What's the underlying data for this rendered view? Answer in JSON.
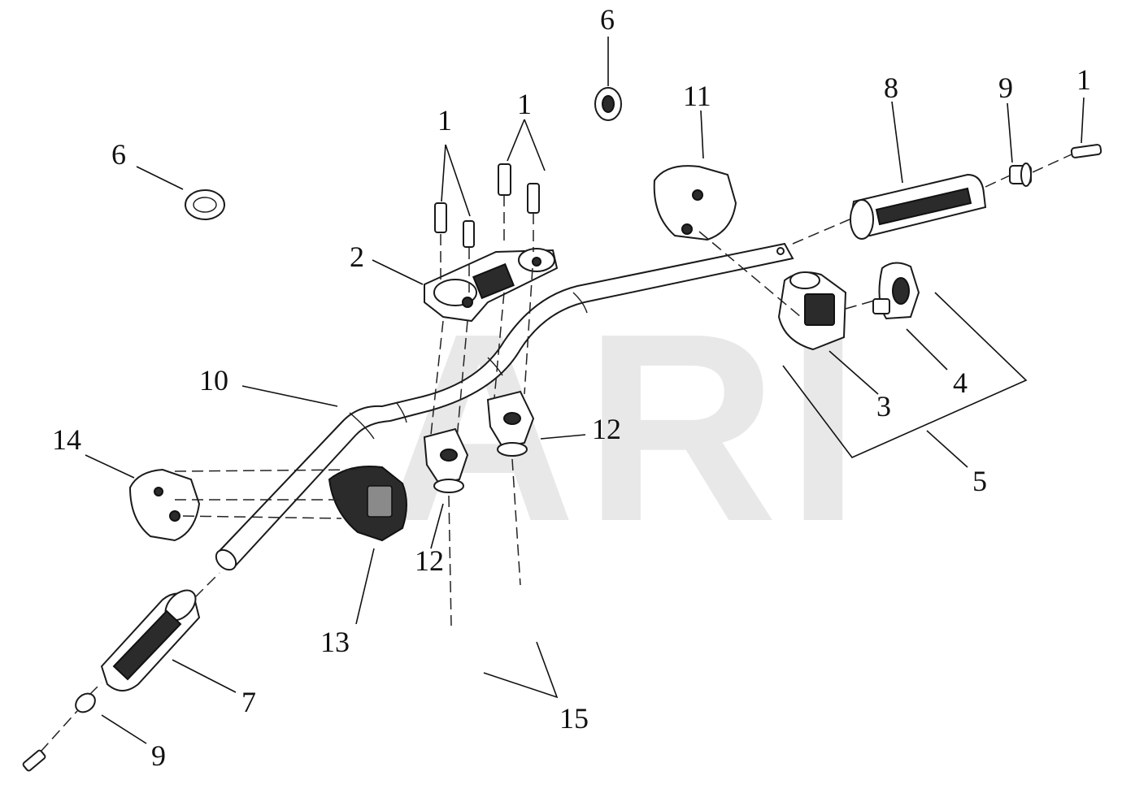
{
  "watermark": "ARI",
  "callouts": [
    {
      "id": "c1a",
      "text": "1"
    },
    {
      "id": "c1b",
      "text": "1"
    },
    {
      "id": "c1c",
      "text": "1"
    },
    {
      "id": "c2",
      "text": "2"
    },
    {
      "id": "c3",
      "text": "3"
    },
    {
      "id": "c4",
      "text": "4"
    },
    {
      "id": "c5",
      "text": "5"
    },
    {
      "id": "c6a",
      "text": "6"
    },
    {
      "id": "c6b",
      "text": "6"
    },
    {
      "id": "c7",
      "text": "7"
    },
    {
      "id": "c8",
      "text": "8"
    },
    {
      "id": "c9a",
      "text": "9"
    },
    {
      "id": "c9b",
      "text": "9"
    },
    {
      "id": "c10",
      "text": "10"
    },
    {
      "id": "c11",
      "text": "11"
    },
    {
      "id": "c12a",
      "text": "12"
    },
    {
      "id": "c12b",
      "text": "12"
    },
    {
      "id": "c13",
      "text": "13"
    },
    {
      "id": "c14",
      "text": "14"
    },
    {
      "id": "c15",
      "text": "15"
    }
  ]
}
